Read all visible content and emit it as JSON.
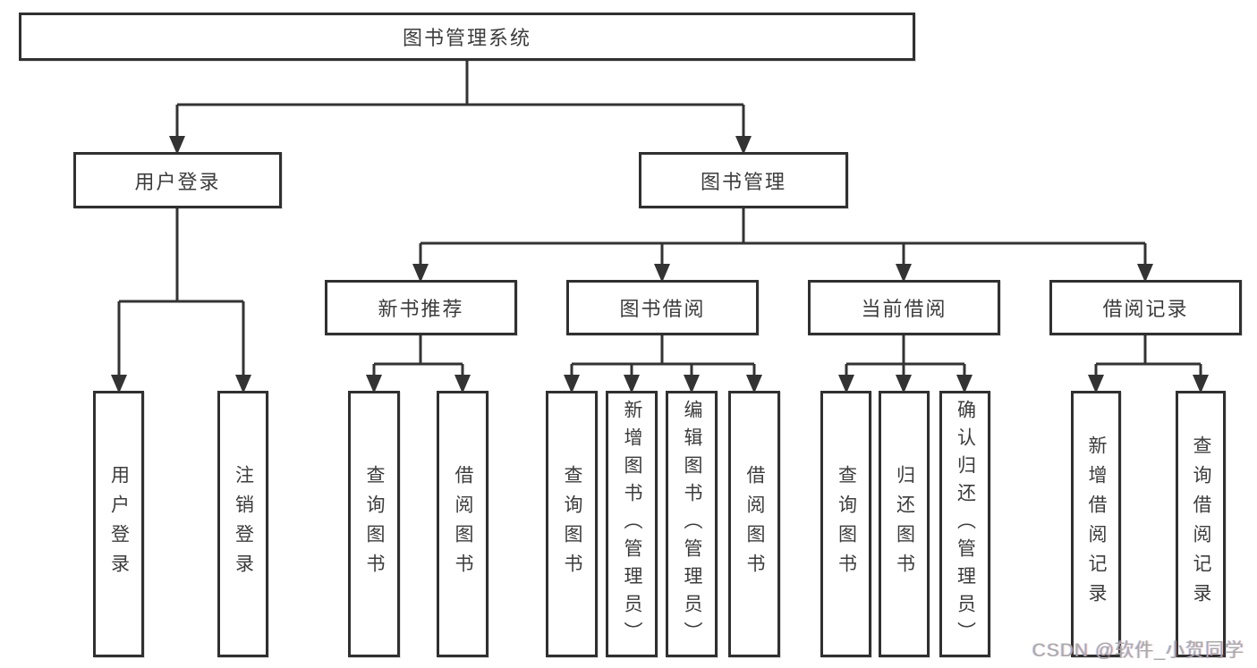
{
  "diagram": {
    "root": {
      "label": "图书管理系统"
    },
    "branches": [
      {
        "label": "用户登录",
        "children": [
          {
            "label": "用户登录"
          },
          {
            "label": "注销登录"
          }
        ]
      },
      {
        "label": "图书管理",
        "children": [
          {
            "label": "新书推荐",
            "children": [
              {
                "label": "查询图书"
              },
              {
                "label": "借阅图书"
              }
            ]
          },
          {
            "label": "图书借阅",
            "children": [
              {
                "label": "查询图书"
              },
              {
                "label": "新增图书（管理员）"
              },
              {
                "label": "编辑图书（管理员）"
              },
              {
                "label": "借阅图书"
              }
            ]
          },
          {
            "label": "当前借阅",
            "children": [
              {
                "label": "查询图书"
              },
              {
                "label": "归还图书"
              },
              {
                "label": "确认归还（管理员）"
              }
            ]
          },
          {
            "label": "借阅记录",
            "children": [
              {
                "label": "新增借阅记录"
              },
              {
                "label": "查询借阅记录"
              }
            ]
          }
        ]
      }
    ]
  },
  "watermark": {
    "text": "CSDN @软件_小贺同学"
  },
  "colors": {
    "line": "#333333",
    "box_border": "#303030",
    "text": "#3c3c3c",
    "watermark": "#a9a9a9",
    "background": "#ffffff"
  }
}
